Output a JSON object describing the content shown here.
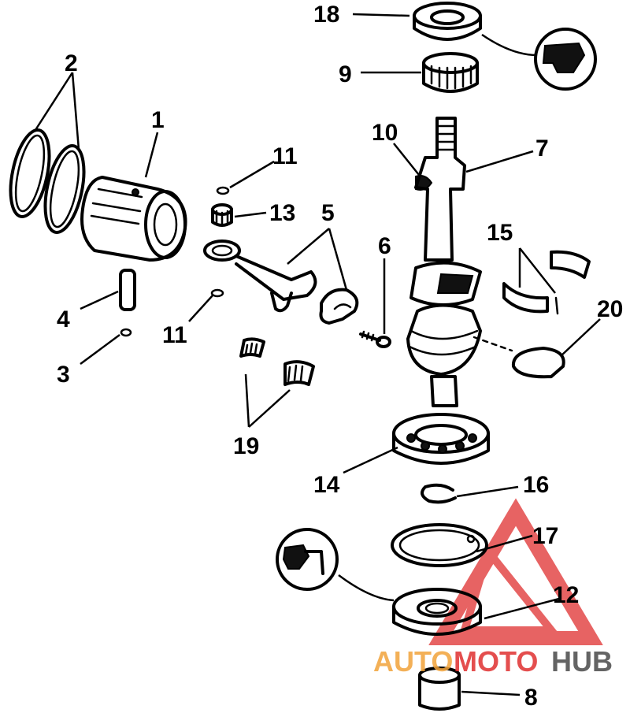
{
  "labels": {
    "l18": "18",
    "l9": "9",
    "l2": "2",
    "l1": "1",
    "l10": "10",
    "l7": "7",
    "l11a": "11",
    "l13": "13",
    "l5": "5",
    "l15": "15",
    "l6": "6",
    "l20": "20",
    "l4": "4",
    "l11b": "11",
    "l3": "3",
    "l19": "19",
    "l14": "14",
    "l16": "16",
    "l17": "17",
    "l12": "12",
    "l8": "8"
  },
  "watermark": {
    "part1": "AUTO",
    "part2": "MOTO",
    "part3": "HUB",
    "colors": {
      "orange": "#f2a33a",
      "red": "#e03030",
      "dark": "#4a4a4a"
    }
  }
}
